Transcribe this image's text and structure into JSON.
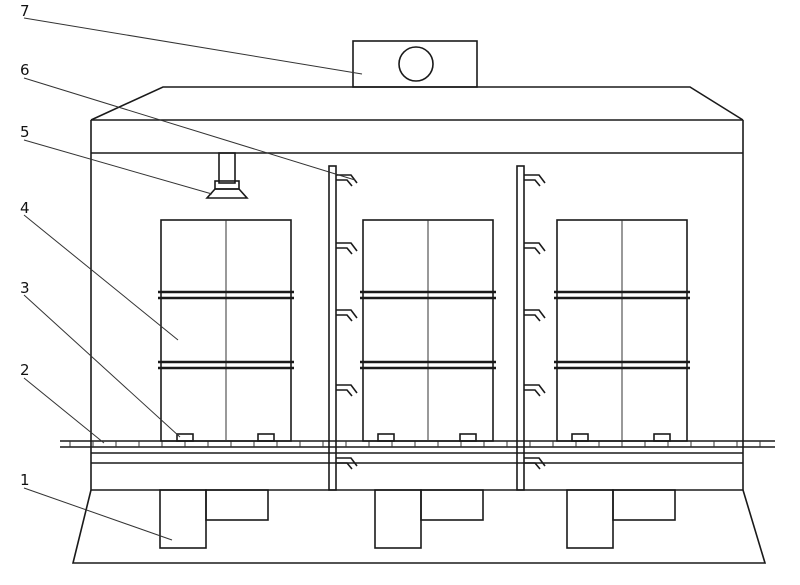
{
  "diagram": {
    "labels": [
      "1",
      "2",
      "3",
      "4",
      "5",
      "6",
      "7"
    ],
    "stroke_color": "#1a1a1a",
    "background": "#ffffff"
  }
}
